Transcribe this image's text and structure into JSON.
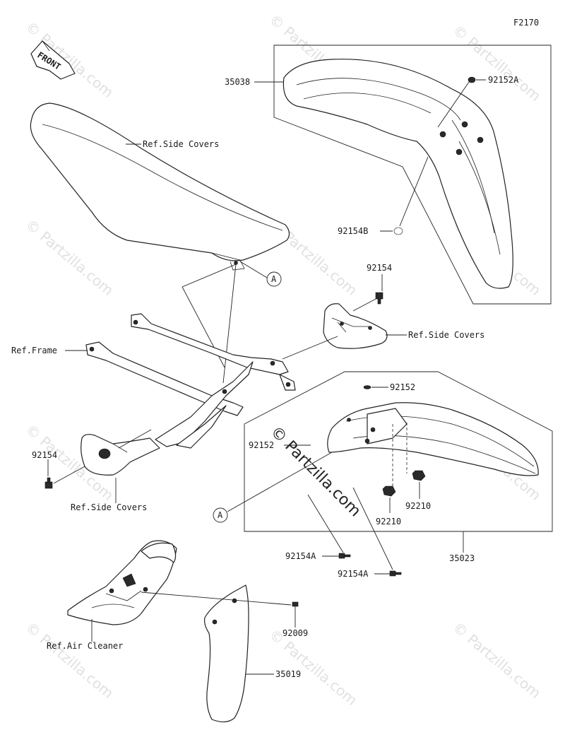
{
  "diagram_id": "F2170",
  "front_label": "FRONT",
  "watermark": "© Partzilla.com",
  "callouts": {
    "front_fender": "35038",
    "front_bolt_a": "92152A",
    "front_bolt_b": "92154B",
    "seat_ref": "Ref.Side Covers",
    "ref_point_top": "A",
    "right_bolt": "92154",
    "right_side_cover": "Ref.Side Covers",
    "frame_ref": "Ref.Frame",
    "rear_bolt_top": "92152",
    "rear_bolt_left": "92152",
    "left_bolt": "92154",
    "left_side_cover": "Ref.Side Covers",
    "ref_point_bottom": "A",
    "nut_right": "92210",
    "nut_left": "92210",
    "rear_fender": "35023",
    "bolt_a_upper": "92154A",
    "bolt_a_lower": "92154A",
    "flap_bolt": "92009",
    "air_cleaner_ref": "Ref.Air Cleaner",
    "mud_flap": "35019"
  }
}
